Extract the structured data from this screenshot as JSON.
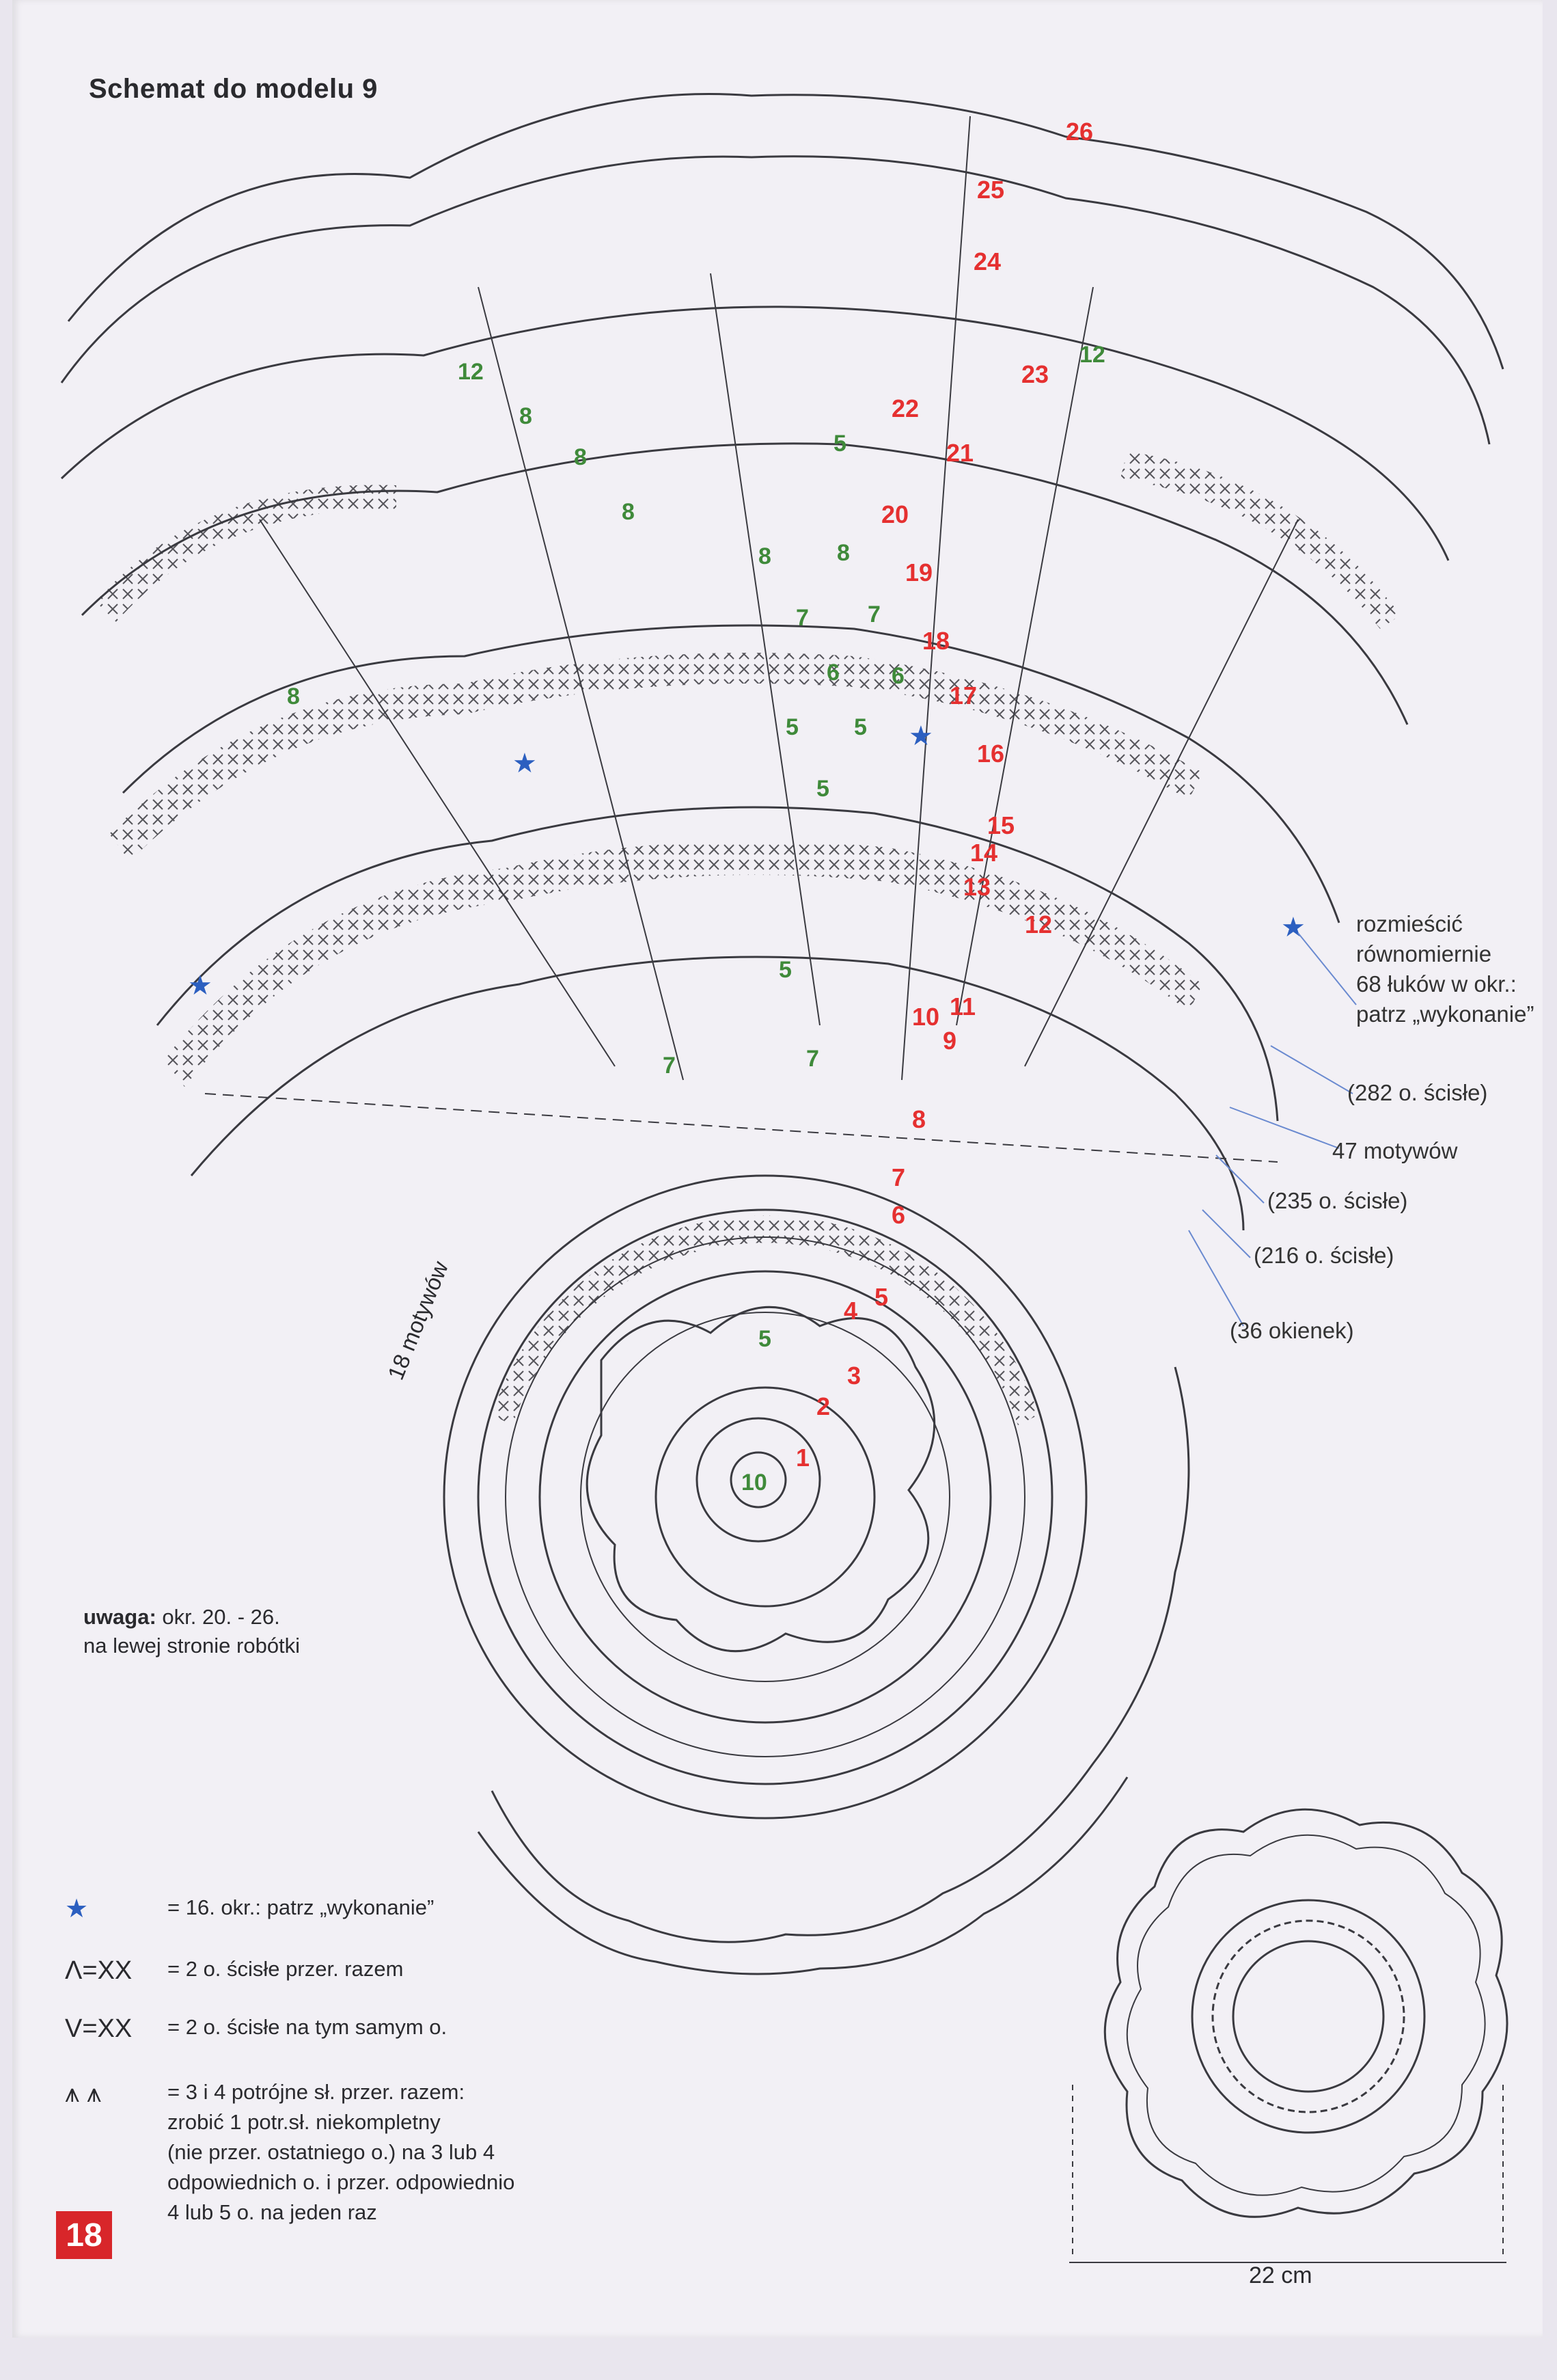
{
  "title": "Schemat do modelu 9",
  "page_number": "18",
  "colors": {
    "round_numbers_red": "#e53030",
    "motif_numbers_green": "#3f8a3a",
    "star_blue": "#2c5fc0",
    "badge_red": "#d8262a"
  },
  "red_round_numbers": [
    "1",
    "2",
    "3",
    "4",
    "5",
    "6",
    "7",
    "8",
    "9",
    "10",
    "11",
    "12",
    "13",
    "14",
    "15",
    "16",
    "17",
    "18",
    "19",
    "20",
    "21",
    "22",
    "23",
    "24",
    "25",
    "26"
  ],
  "green_numbers": [
    "10",
    "5",
    "5",
    "7",
    "7",
    "5",
    "5",
    "5",
    "5",
    "6",
    "6",
    "7",
    "7",
    "8",
    "8",
    "8",
    "8",
    "8",
    "8",
    "12",
    "12"
  ],
  "annotations": {
    "distribute_1": "rozmieścić",
    "distribute_2": "równomiernie",
    "distribute_3": "68 łuków w okr.:",
    "distribute_4": "patrz „wykonanie”",
    "sc_282": "(282 o. ścisłe)",
    "motifs_47": "47 motywów",
    "sc_235": "(235 o. ścisłe)",
    "sc_216": "(216 o. ścisłe)",
    "windows_36": "(36 okienek)",
    "motifs_18": "18 motywów"
  },
  "note": {
    "label": "uwaga:",
    "text1": "okr. 20. - 26.",
    "text2": "na lewej stronie robótki"
  },
  "legend": [
    {
      "symbol": "★",
      "text": "= 16. okr.: patrz „wykonanie”"
    },
    {
      "symbol": "Λ=XX",
      "text": "= 2 o. ścisłe przer. razem"
    },
    {
      "symbol": "V=XX",
      "text": "= 2 o. ścisłe na tym samym o."
    },
    {
      "symbol": "⩚ ⩚",
      "text": "= 3 i 4 potrójne sł. przer. razem:"
    },
    {
      "symbol": "",
      "text": "zrobić 1 potr.sł. niekompletny"
    },
    {
      "symbol": "",
      "text": "(nie przer. ostatniego o.) na 3 lub 4"
    },
    {
      "symbol": "",
      "text": "odpowiednich o. i przer. odpowiednio"
    },
    {
      "symbol": "",
      "text": "4 lub 5 o. na jeden raz"
    }
  ],
  "size": "22 cm",
  "icons": [
    "star-icon",
    "decrease-symbol-icon",
    "increase-symbol-icon",
    "cluster-stitch-icon",
    "crochet-chart-diagram",
    "doily-outline-drawing"
  ]
}
